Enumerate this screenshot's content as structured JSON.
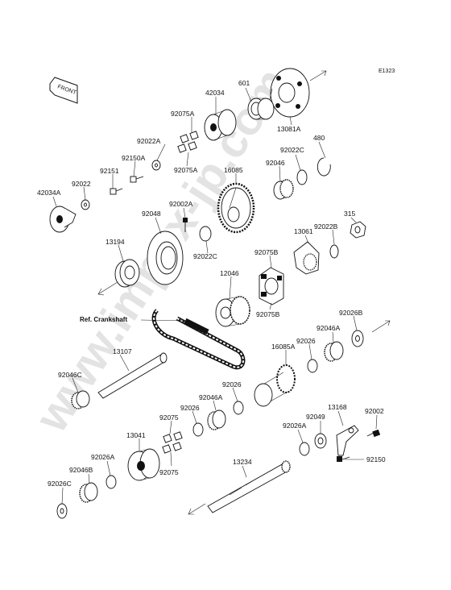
{
  "diagram_code": "E1323",
  "front_tag": "FRONT",
  "watermark": "www.impex-jp.com",
  "ref_label": "Ref. Crankshaft",
  "parts": {
    "p601": "601",
    "p42034": "42034",
    "p13081A": "13081A",
    "p92075A_top": "92075A",
    "p92022A": "92022A",
    "p92075A_bot": "92075A",
    "p92022C_top": "92022C",
    "p480": "480",
    "p92150A": "92150A",
    "p92151": "92151",
    "p92022": "92022",
    "p42034A": "42034A",
    "p16085": "16085",
    "p92046": "92046",
    "p92002A": "92002A",
    "p92048": "92048",
    "p92022C_mid": "92022C",
    "p315": "315",
    "p13061": "13061",
    "p92022B": "92022B",
    "p13194": "13194",
    "p92075B_top": "92075B",
    "p12046": "12046",
    "p92075B_bot": "92075B",
    "p92026B": "92026B",
    "p92046A_right": "92046A",
    "p92026_right": "92026",
    "p16085A": "16085A",
    "p13107": "13107",
    "p92046C": "92046C",
    "p92026_mid": "92026",
    "p92046A_mid": "92046A",
    "p92075_top": "92075",
    "p92026_left": "92026",
    "p13041": "13041",
    "p92075_bot": "92075",
    "p13168": "13168",
    "p92002": "92002",
    "p92049": "92049",
    "p92026A_right": "92026A",
    "p92150": "92150",
    "p92026A_left": "92026A",
    "p92046B": "92046B",
    "p13234": "13234",
    "p92026C": "92026C"
  }
}
